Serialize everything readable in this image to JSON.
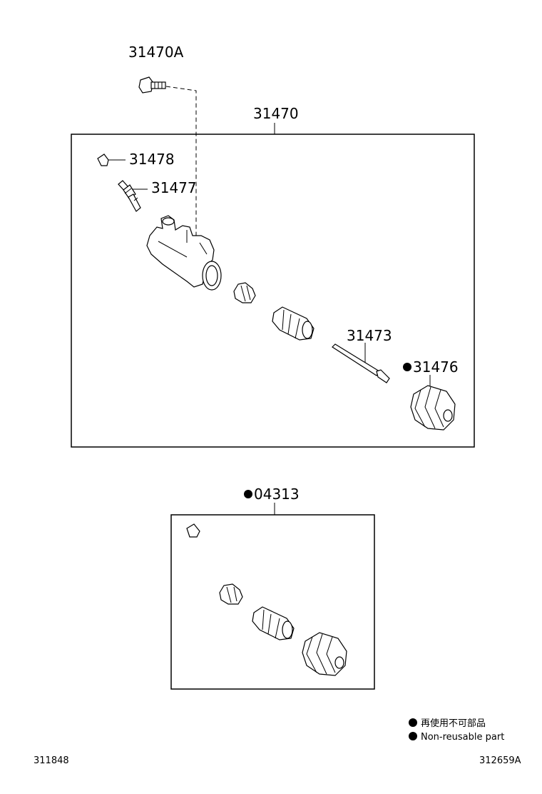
{
  "labels": {
    "bolt": "31470A",
    "cylinder_assy": "31470",
    "cap": "31478",
    "bleeder": "31477",
    "push_rod": "31473",
    "boot": "31476",
    "kit": "04313"
  },
  "legend": {
    "line_jp": "再使用不可部品",
    "line_en": "Non-reusable part"
  },
  "footer": {
    "left_code": "311848",
    "right_code": "312659A"
  }
}
